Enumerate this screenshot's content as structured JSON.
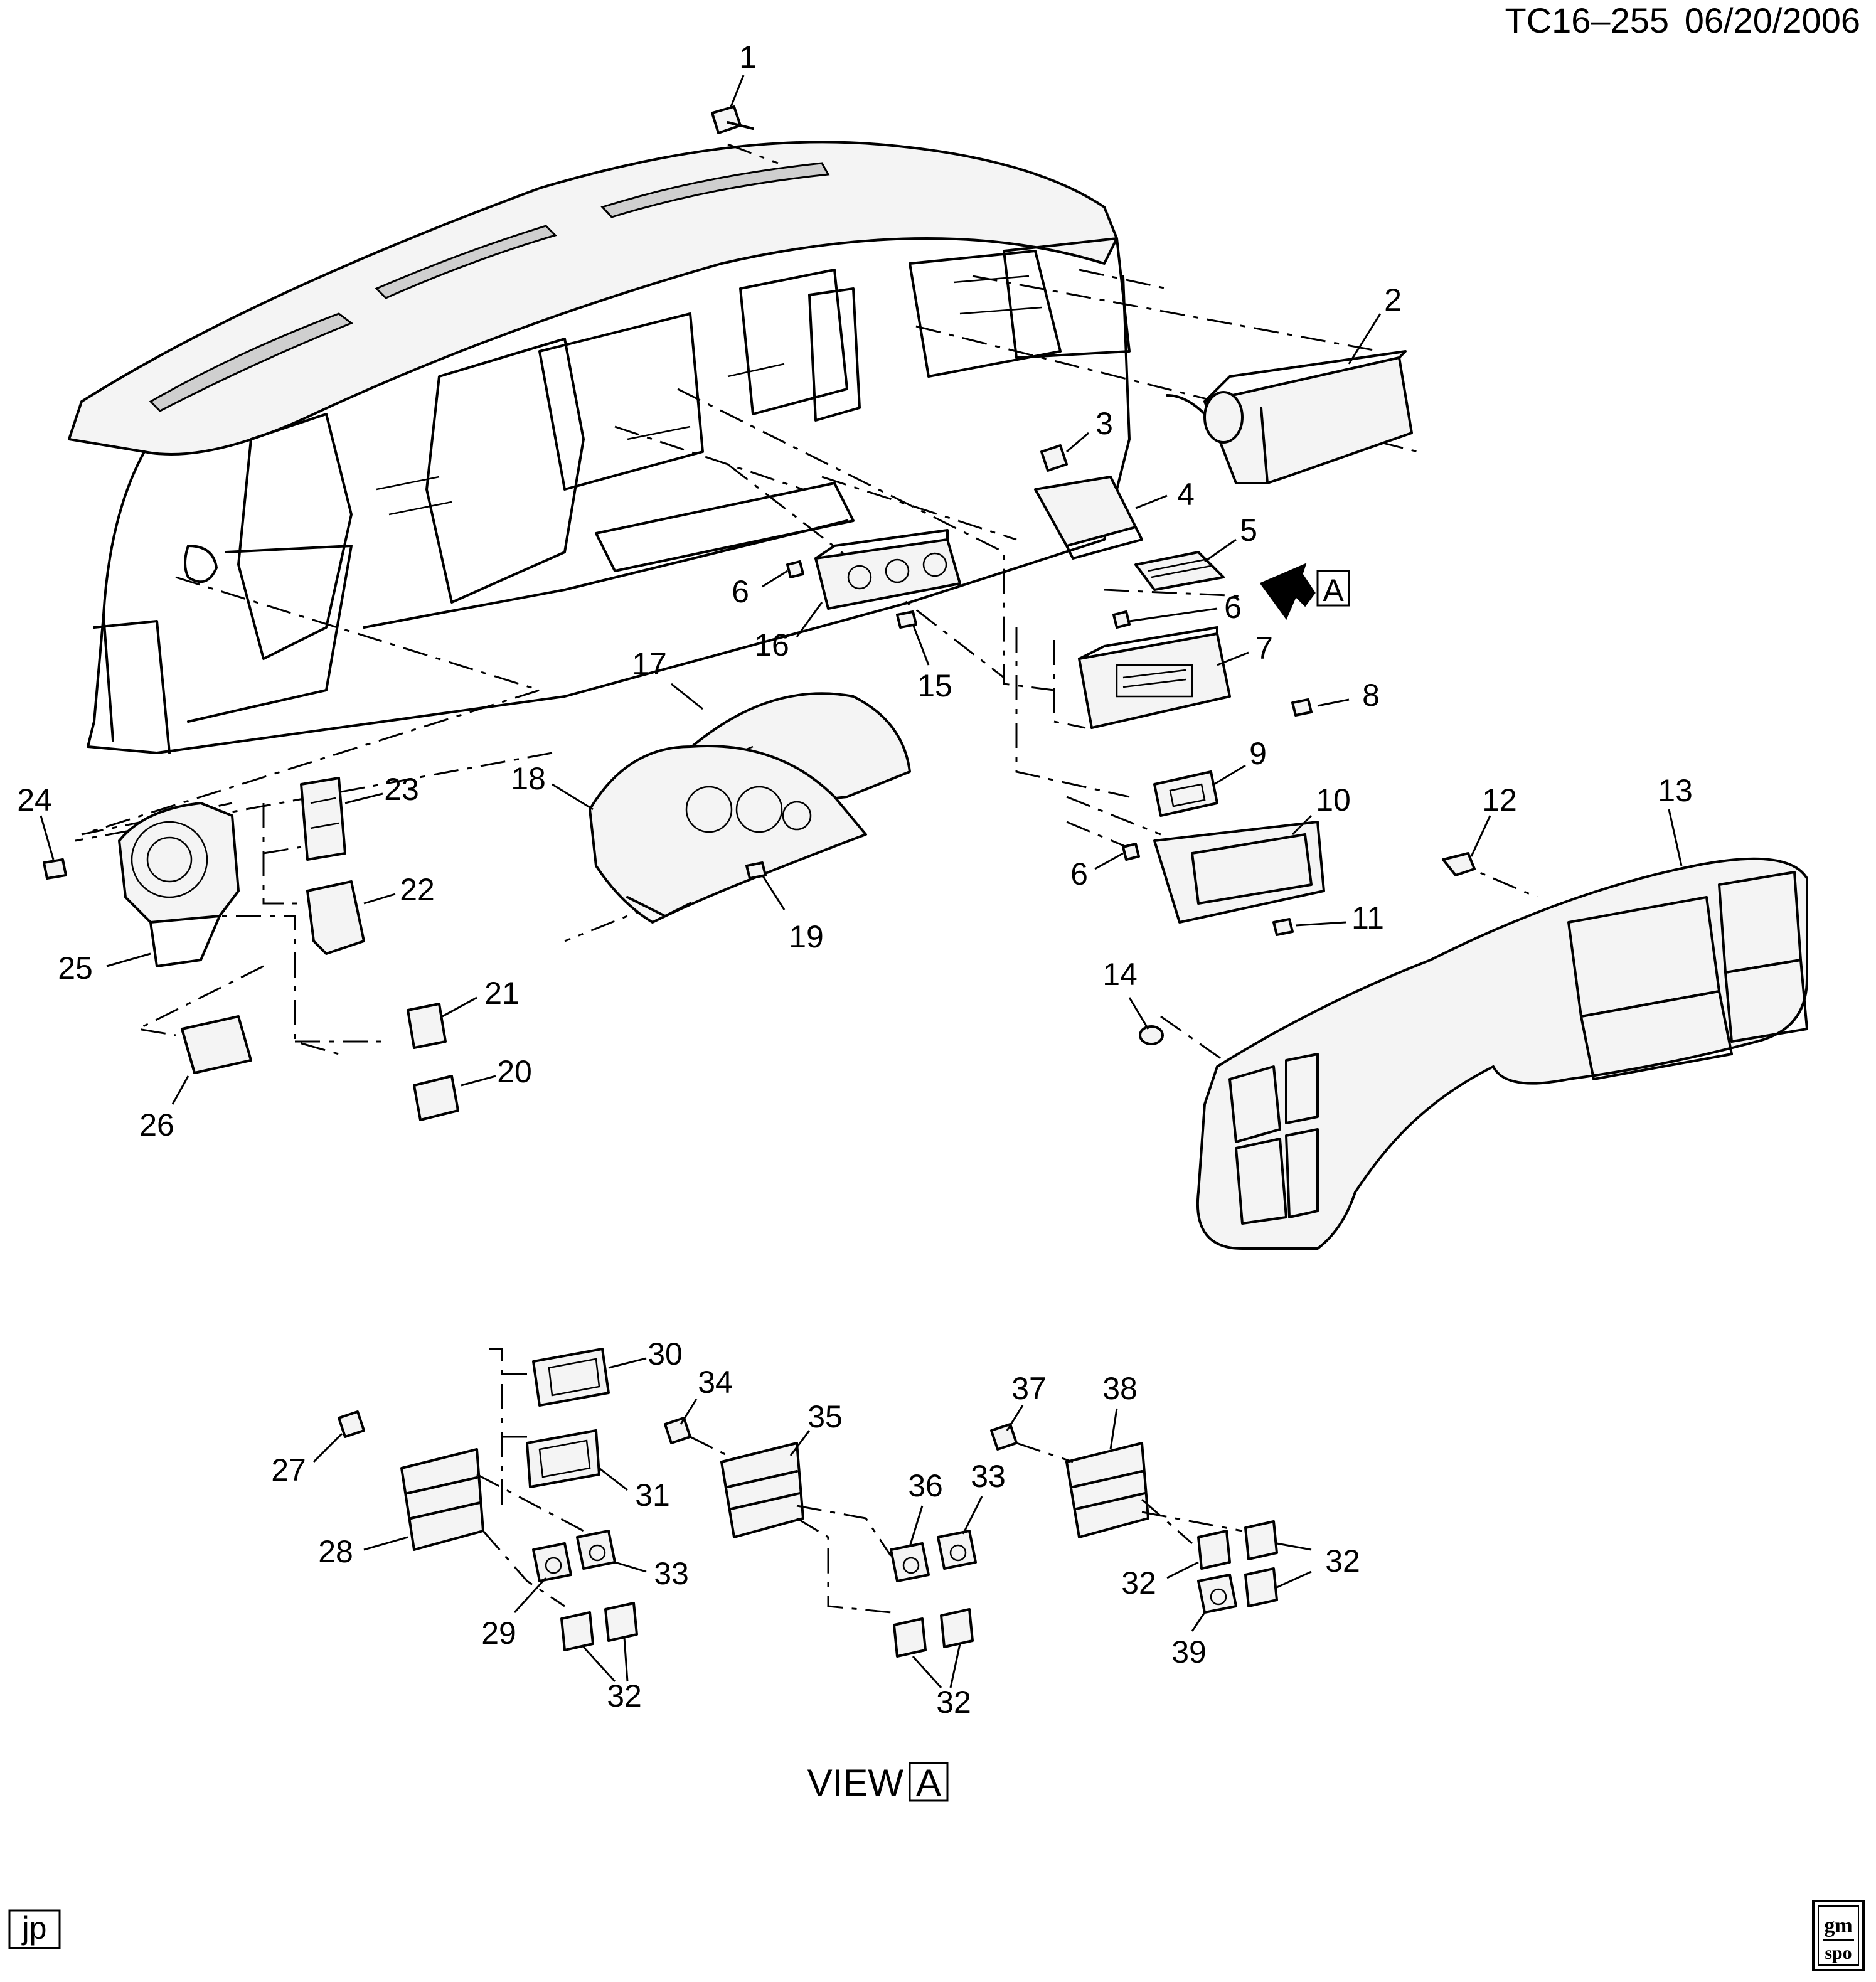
{
  "header": {
    "code": "TC16–255",
    "date": "06/20/2006"
  },
  "view_label": "VIEW",
  "view_ref": "A",
  "arrow_ref": "A",
  "corner_initials": "jp",
  "logo": {
    "line1": "gm",
    "line2": "spo"
  },
  "callouts": {
    "c1": "1",
    "c2": "2",
    "c3": "3",
    "c4": "4",
    "c5": "5",
    "c6": "6",
    "c7": "7",
    "c8": "8",
    "c9": "9",
    "c10": "10",
    "c11": "11",
    "c12": "12",
    "c13": "13",
    "c14": "14",
    "c15": "15",
    "c16": "16",
    "c17": "17",
    "c18": "18",
    "c19": "19",
    "c20": "20",
    "c21": "21",
    "c22": "22",
    "c23": "23",
    "c24": "24",
    "c25": "25",
    "c26": "26",
    "c27": "27",
    "c28": "28",
    "c29": "29",
    "c30": "30",
    "c31": "31",
    "c32": "32",
    "c33": "33",
    "c34": "34",
    "c35": "35",
    "c36": "36",
    "c37": "37",
    "c38": "38",
    "c39": "39"
  }
}
